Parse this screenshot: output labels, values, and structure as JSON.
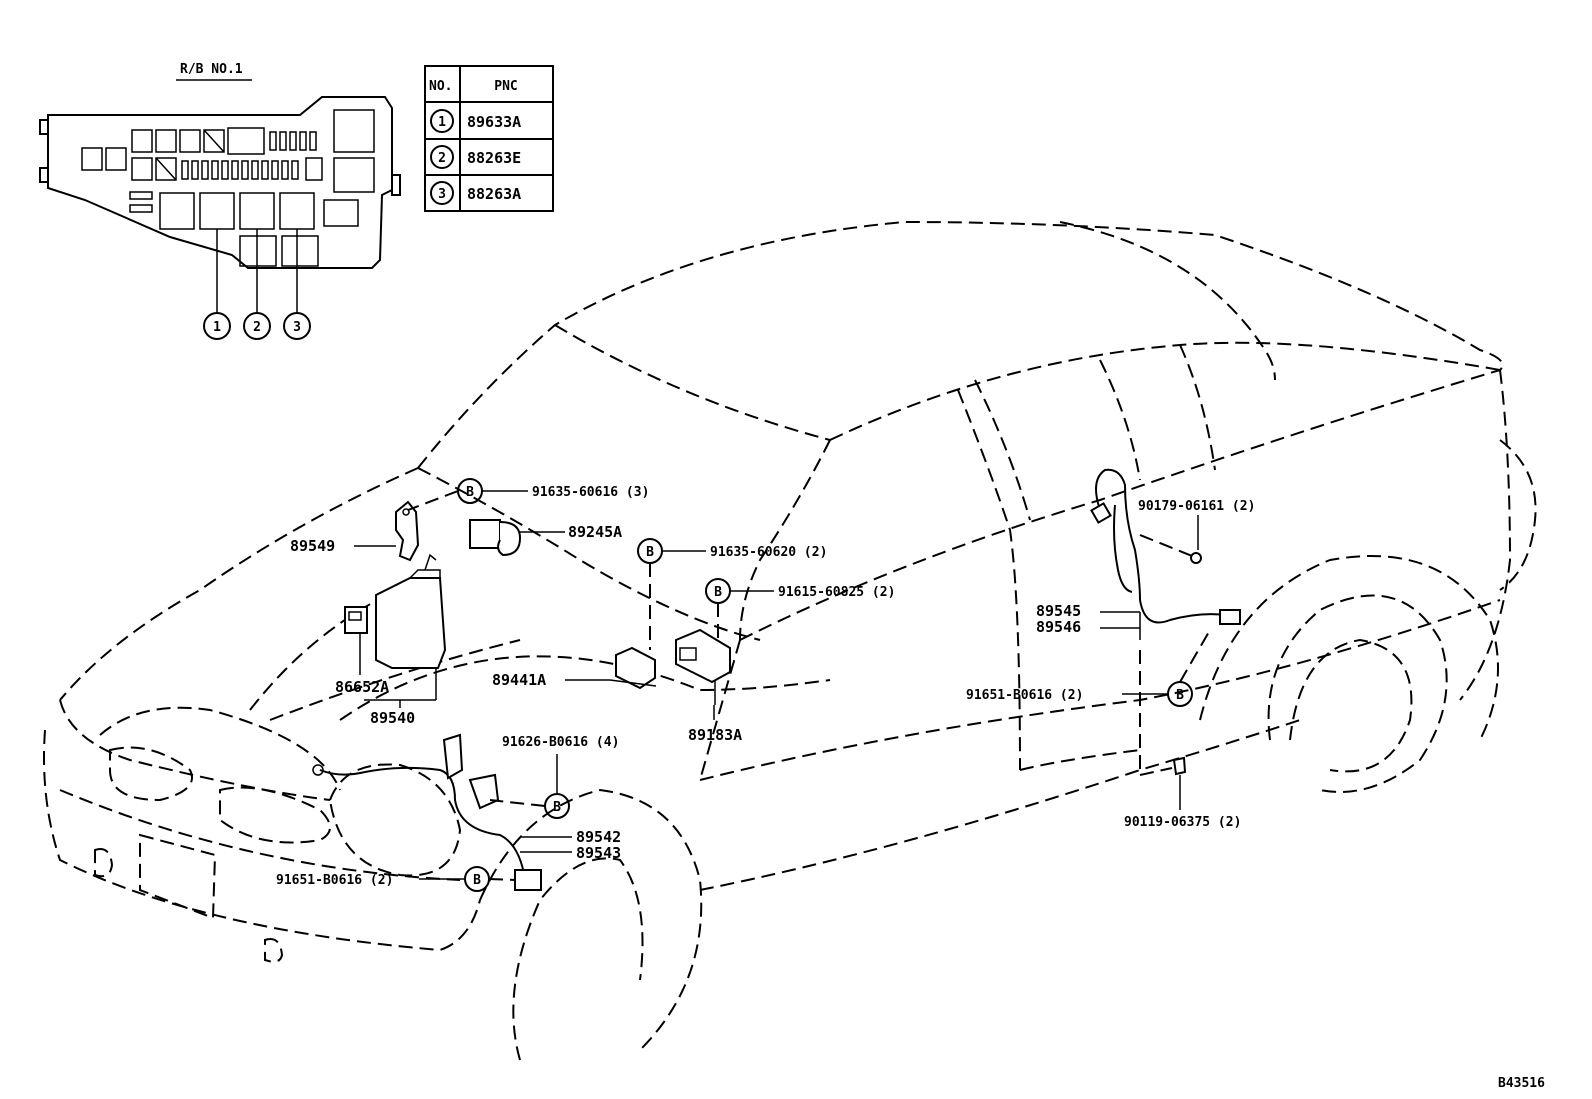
{
  "relay_block": {
    "title": "R/B NO.1",
    "callouts": [
      "1",
      "2",
      "3"
    ]
  },
  "pnc_table": {
    "headers": [
      "NO.",
      "PNC"
    ],
    "rows": [
      {
        "no": "1",
        "pnc": "89633A"
      },
      {
        "no": "2",
        "pnc": "88263E"
      },
      {
        "no": "3",
        "pnc": "88263A"
      }
    ]
  },
  "bolt_marker": "B",
  "parts": {
    "p89549": "89549",
    "p89245A": "89245A",
    "p86652A": "86652A",
    "p89540": "89540",
    "p89441A": "89441A",
    "p89183A": "89183A",
    "p89542": "89542",
    "p89543": "89543",
    "p89545": "89545",
    "p89546": "89546"
  },
  "fasteners": {
    "f1": "91635-60616 (3)",
    "f2": "91635-60620 (2)",
    "f3": "91615-60825 (2)",
    "f4": "91626-B0616 (4)",
    "f5": "91651-B0616 (2)",
    "f6": "91651-B0616 (2)",
    "f7": "90179-06161 (2)",
    "f8": "90119-06375 (2)"
  },
  "diagram_code": "B43516"
}
